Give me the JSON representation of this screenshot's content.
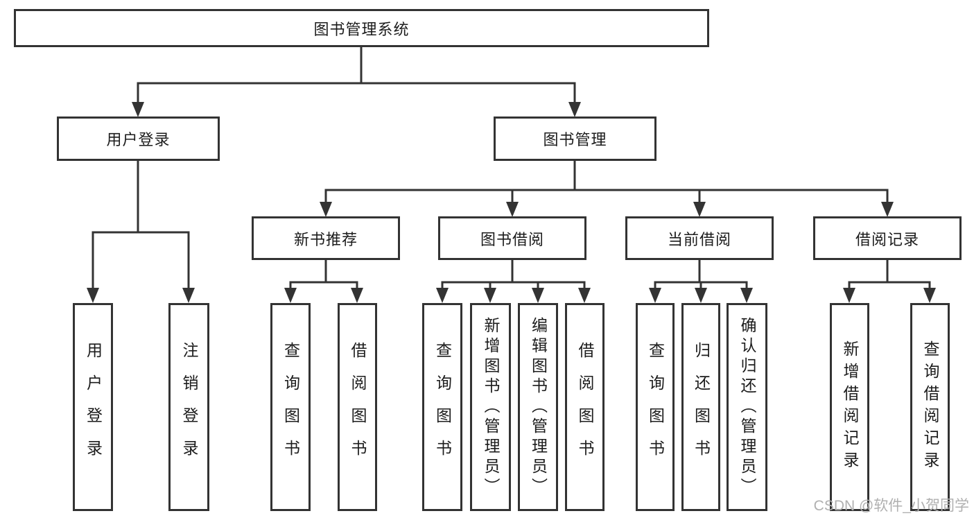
{
  "diagram_title": "图书管理系统",
  "nodes": {
    "root": {
      "label": "图书管理系统"
    },
    "user_login": {
      "label": "用户登录"
    },
    "book_mgmt": {
      "label": "图书管理"
    },
    "new_book_rec": {
      "label": "新书推荐"
    },
    "book_borrow": {
      "label": "图书借阅"
    },
    "current_borrow": {
      "label": "当前借阅"
    },
    "borrow_records": {
      "label": "借阅记录"
    },
    "a1": {
      "label": "用户登录"
    },
    "a2": {
      "label": "注销登录"
    },
    "b1": {
      "label": "查询图书"
    },
    "b2": {
      "label": "借阅图书"
    },
    "c1": {
      "label": "查询图书"
    },
    "c2": {
      "label": "新增图书（管理员）"
    },
    "c3": {
      "label": "编辑图书（管理员）"
    },
    "c4": {
      "label": "借阅图书"
    },
    "d1": {
      "label": "查询图书"
    },
    "d2": {
      "label": "归还图书"
    },
    "d3": {
      "label": "确认归还（管理员）"
    },
    "e1": {
      "label": "新增借阅记录"
    },
    "e2": {
      "label": "查询借阅记录"
    }
  },
  "hierarchy": {
    "label": "图书管理系统",
    "children": [
      {
        "label": "用户登录",
        "children": [
          {
            "label": "用户登录"
          },
          {
            "label": "注销登录"
          }
        ]
      },
      {
        "label": "图书管理",
        "children": [
          {
            "label": "新书推荐",
            "children": [
              {
                "label": "查询图书"
              },
              {
                "label": "借阅图书"
              }
            ]
          },
          {
            "label": "图书借阅",
            "children": [
              {
                "label": "查询图书"
              },
              {
                "label": "新增图书（管理员）"
              },
              {
                "label": "编辑图书（管理员）"
              },
              {
                "label": "借阅图书"
              }
            ]
          },
          {
            "label": "当前借阅",
            "children": [
              {
                "label": "查询图书"
              },
              {
                "label": "归还图书"
              },
              {
                "label": "确认归还（管理员）"
              }
            ]
          },
          {
            "label": "借阅记录",
            "children": [
              {
                "label": "新增借阅记录"
              },
              {
                "label": "查询借阅记录"
              }
            ]
          }
        ]
      }
    ]
  },
  "watermark": "CSDN @软件_小贺同学",
  "colors": {
    "line": "#333333",
    "box_border": "#333333",
    "text": "#1c1c1c",
    "watermark": "#b0b0b0",
    "background": "#ffffff"
  }
}
